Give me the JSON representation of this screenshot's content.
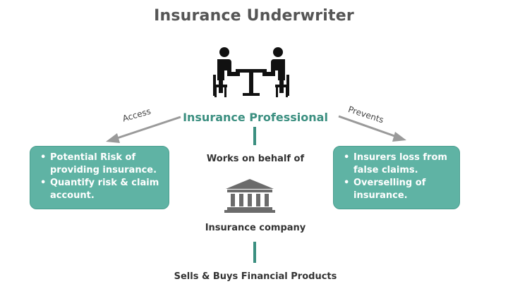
{
  "title": "Insurance Underwriter",
  "center": {
    "professional": "Insurance Professional",
    "works_on_behalf": "Works on behalf of",
    "company": "Insurance company",
    "sells_buys": "Sells & Buys Financial Products"
  },
  "arrows": {
    "left_label": "Access",
    "right_label": "Prevents"
  },
  "left_box": {
    "items": [
      "Potential Risk of providing insurance.",
      "Quantify risk & claim account."
    ]
  },
  "right_box": {
    "items": [
      "Insurers loss from false claims.",
      "Overselling of insurance."
    ]
  },
  "icons": {
    "people": "two-people-at-table-icon",
    "bank": "bank-building-icon"
  },
  "colors": {
    "accent": "#3b8f80",
    "box_fill": "#5fb3a4",
    "title": "#555555",
    "arrow": "#9a9a9a"
  }
}
